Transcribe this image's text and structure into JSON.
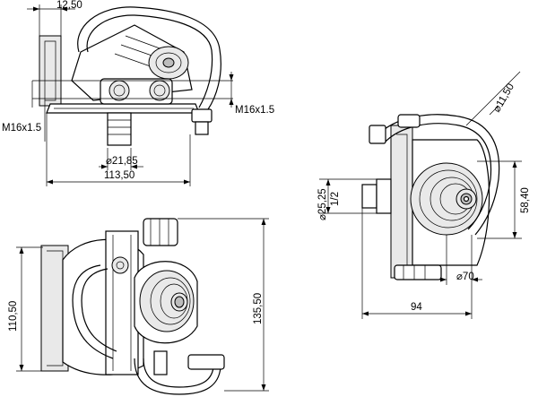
{
  "views": {
    "top": {
      "dim_width_top": "12,50",
      "dim_thread_right": "M16x1.5",
      "dim_thread_left": "M16x1.5",
      "dim_diameter_outlet": "⌀21,85",
      "dim_overall_width": "113,50"
    },
    "side": {
      "dim_hose_diameter": "⌀11,50",
      "dim_port_diameter": "⌀25,25",
      "dim_port_thread": "1/2",
      "dim_height": "58,40",
      "dim_body_diameter": "⌀70",
      "dim_depth": "94"
    },
    "front": {
      "dim_height_inner": "110,50",
      "dim_height_overall": "135,50"
    }
  }
}
